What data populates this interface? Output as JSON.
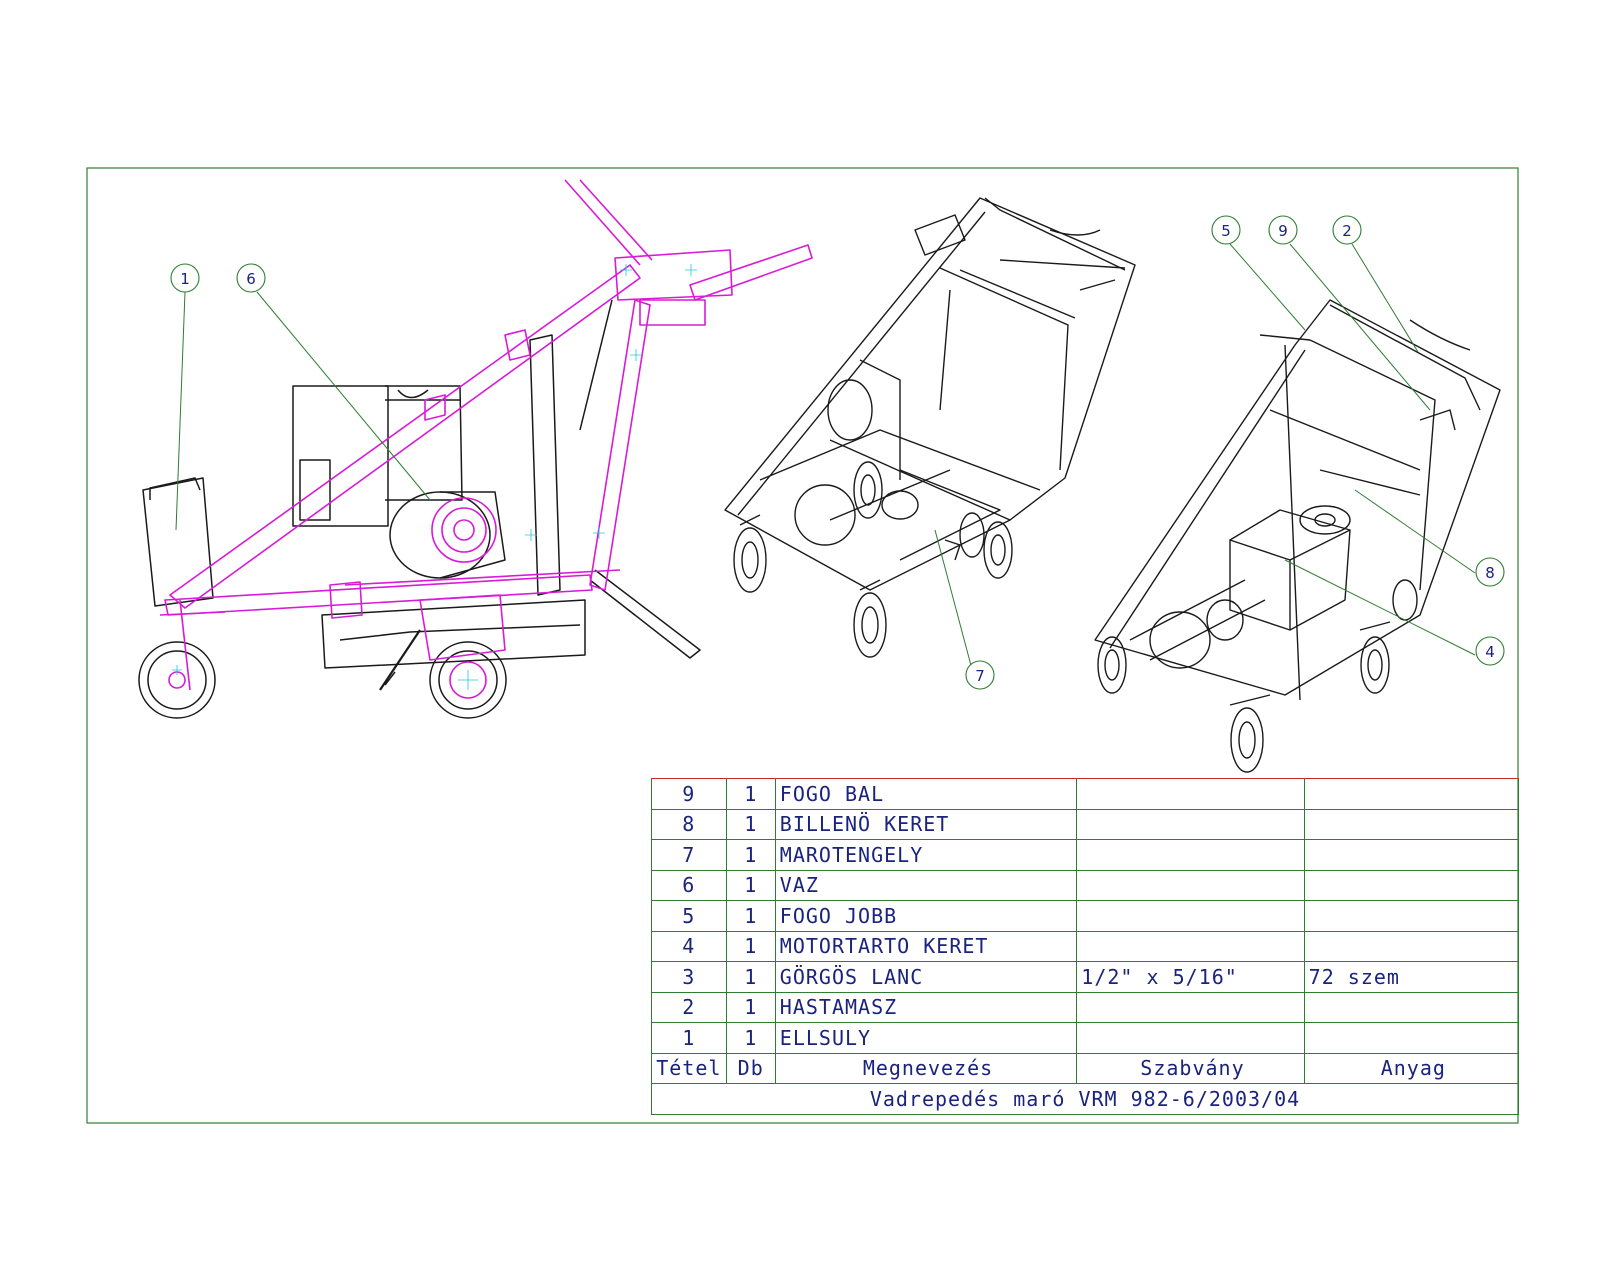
{
  "balloons": [
    {
      "id": "1",
      "label": "1"
    },
    {
      "id": "6",
      "label": "6"
    },
    {
      "id": "7",
      "label": "7"
    },
    {
      "id": "5",
      "label": "5"
    },
    {
      "id": "9",
      "label": "9"
    },
    {
      "id": "2",
      "label": "2"
    },
    {
      "id": "8",
      "label": "8"
    },
    {
      "id": "4",
      "label": "4"
    }
  ],
  "bom": {
    "rows": [
      {
        "item": "9",
        "qty": "1",
        "name": "FOGO BAL",
        "standard": "",
        "material": ""
      },
      {
        "item": "8",
        "qty": "1",
        "name": "BILLENÖ KERET",
        "standard": "",
        "material": ""
      },
      {
        "item": "7",
        "qty": "1",
        "name": "MAROTENGELY",
        "standard": "",
        "material": ""
      },
      {
        "item": "6",
        "qty": "1",
        "name": "VAZ",
        "standard": "",
        "material": ""
      },
      {
        "item": "5",
        "qty": "1",
        "name": "FOGO JOBB",
        "standard": "",
        "material": ""
      },
      {
        "item": "4",
        "qty": "1",
        "name": "MOTORTARTO KERET",
        "standard": "",
        "material": ""
      },
      {
        "item": "3",
        "qty": "1",
        "name": "GÖRGÖS LANC",
        "standard": "1/2\" x 5/16\"",
        "material": "72 szem"
      },
      {
        "item": "2",
        "qty": "1",
        "name": "HASTAMASZ",
        "standard": "",
        "material": ""
      },
      {
        "item": "1",
        "qty": "1",
        "name": "ELLSULY",
        "standard": "",
        "material": ""
      }
    ],
    "headers": {
      "item": "Tétel",
      "qty": "Db",
      "name": "Megnevezés",
      "standard": "Szabvány",
      "material": "Anyag"
    },
    "title": "Vadrepedés maró VRM 982-6/2003/04"
  },
  "colors": {
    "frame": "#2e7d32",
    "line": "#1a1a1a",
    "magenta": "#d81bd8",
    "text": "#1a237e",
    "table_top": "#c62828"
  }
}
